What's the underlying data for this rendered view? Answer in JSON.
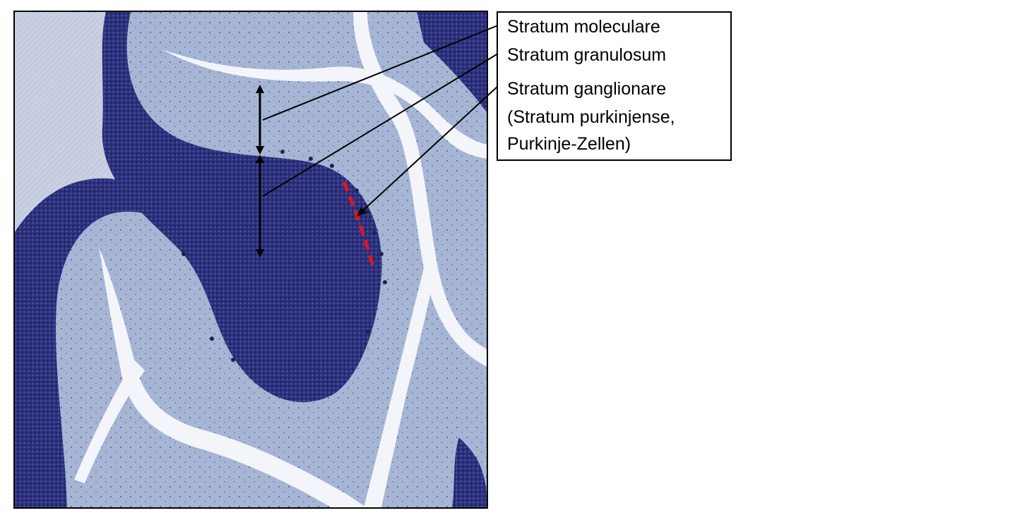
{
  "figure": {
    "kind": "histology micrograph of cerebellar cortex (Nissl stain)",
    "colors": {
      "background_tissue": "#a9b8d6",
      "granular_layer": "#2b2f7e",
      "white_space": "#f4f6fb",
      "white_matter": "#c7cee0",
      "purkinje_marker": "#e0161b",
      "pointer": "#000000"
    }
  },
  "labels": {
    "molecular": "Stratum moleculare",
    "granular": "Stratum granulosum",
    "ganglionic_line1": "Stratum ganglionare",
    "ganglionic_line2": "(Stratum purkinjense,",
    "ganglionic_line3": "Purkinje-Zellen)"
  }
}
